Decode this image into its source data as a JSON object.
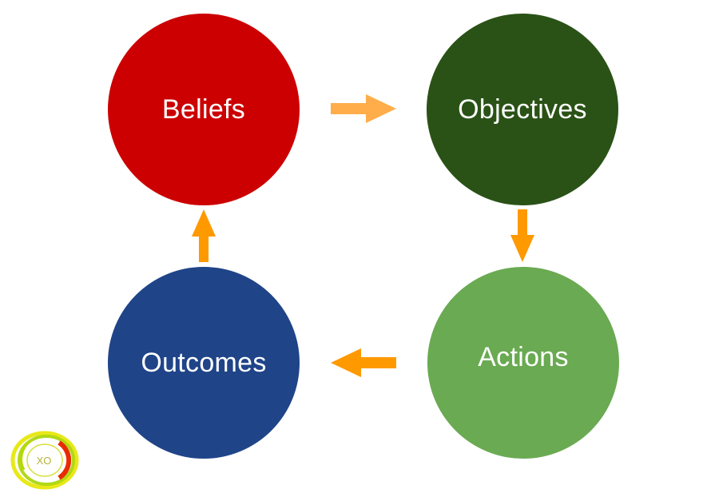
{
  "nodes": {
    "beliefs": {
      "label": "Beliefs",
      "color": "#cc0000"
    },
    "objectives": {
      "label": "Objectives",
      "color": "#2a5216"
    },
    "actions": {
      "label": "Actions",
      "color": "#6aaa52"
    },
    "outcomes": {
      "label": "Outcomes",
      "color": "#1f4488"
    }
  },
  "arrows": {
    "color_primary": "#ff9900",
    "color_light": "#ffad4a"
  },
  "logo": {
    "text": "XO"
  }
}
